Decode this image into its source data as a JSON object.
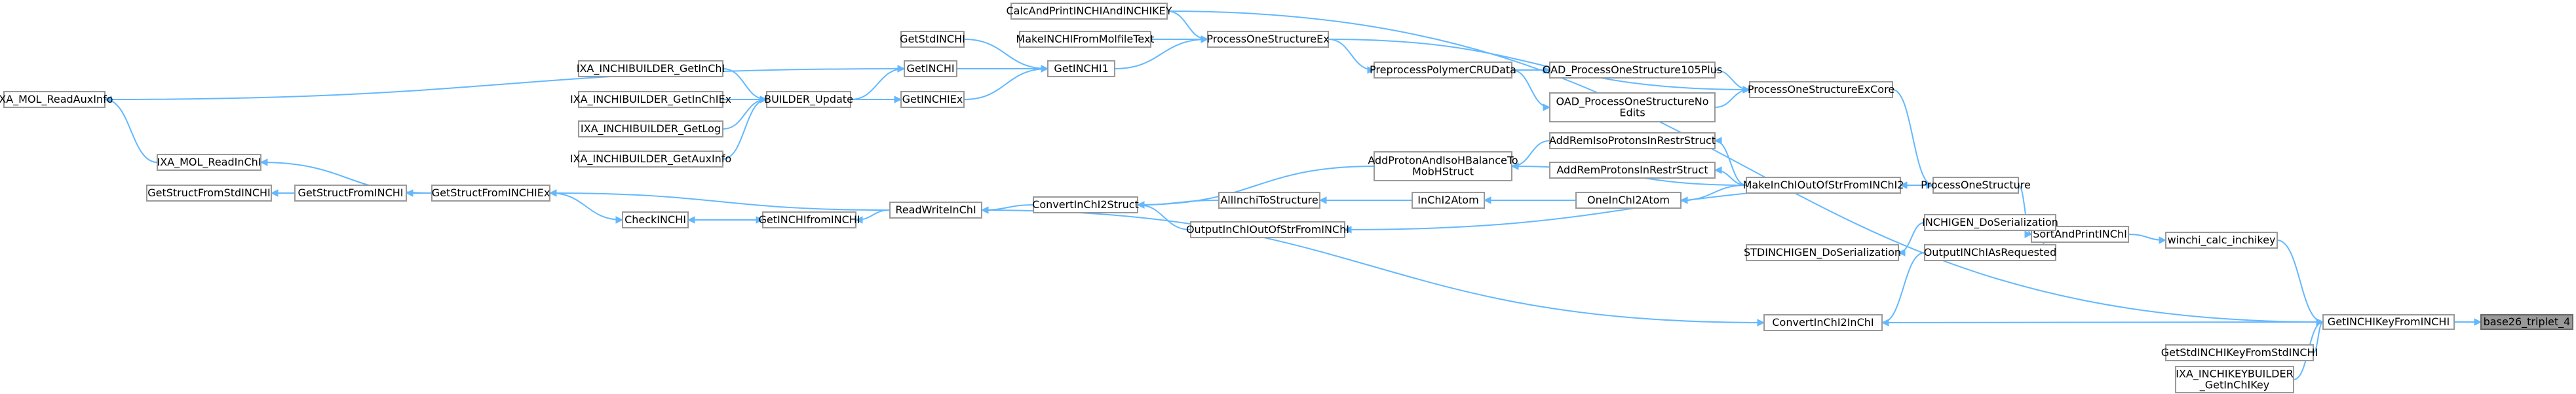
{
  "graph": {
    "nodes": [
      {
        "id": "base26",
        "lines": [
          "base26_triplet_4"
        ],
        "highlight": true
      },
      {
        "id": "GetINCHIKeyFromINCHI",
        "lines": [
          "GetINCHIKeyFromINCHI"
        ]
      },
      {
        "id": "CalcAndPrintINCHIAndINCHIKEY",
        "lines": [
          "CalcAndPrintINCHIAndINCHIKEY"
        ]
      },
      {
        "id": "ProcessOneStructureEx",
        "lines": [
          "ProcessOneStructureEx"
        ]
      },
      {
        "id": "GetINCHI1",
        "lines": [
          "GetINCHI1"
        ]
      },
      {
        "id": "GetINCHI",
        "lines": [
          "GetINCHI"
        ]
      },
      {
        "id": "IXA_MOL_ReadAuxInfo",
        "lines": [
          "IXA_MOL_ReadAuxInfo"
        ]
      },
      {
        "id": "GetStdINCHI",
        "lines": [
          "GetStdINCHI"
        ]
      },
      {
        "id": "MakeINCHIFromMolfileText",
        "lines": [
          "MakeINCHIFromMolfileText"
        ]
      },
      {
        "id": "GetINCHIEx",
        "lines": [
          "GetINCHIEx"
        ]
      },
      {
        "id": "BUILDER_Update",
        "lines": [
          "BUILDER_Update"
        ]
      },
      {
        "id": "IXA_INCHIBUILDER_GetInChI",
        "lines": [
          "IXA_INCHIBUILDER_GetInChI"
        ]
      },
      {
        "id": "IXA_INCHIBUILDER_GetInChIEx",
        "lines": [
          "IXA_INCHIBUILDER_GetInChIEx"
        ]
      },
      {
        "id": "IXA_INCHIBUILDER_GetLog",
        "lines": [
          "IXA_INCHIBUILDER_GetLog"
        ]
      },
      {
        "id": "IXA_INCHIBUILDER_GetAuxInfo",
        "lines": [
          "IXA_INCHIBUILDER_GetAuxInfo"
        ]
      },
      {
        "id": "ProcessOneStructureExCore",
        "lines": [
          "ProcessOneStructureExCore"
        ]
      },
      {
        "id": "OAD_105Plus",
        "lines": [
          "OAD_ProcessOneStructure105Plus"
        ]
      },
      {
        "id": "PreprocessPolymerCRUData",
        "lines": [
          "PreprocessPolymerCRUData"
        ]
      },
      {
        "id": "OAD_NoEdits",
        "lines": [
          "OAD_ProcessOneStructureNo",
          "Edits"
        ]
      },
      {
        "id": "ProcessOneStructure",
        "lines": [
          "ProcessOneStructure"
        ]
      },
      {
        "id": "MakeInChIOutOfStrFromINChI2",
        "lines": [
          "MakeInChIOutOfStrFromINChI2"
        ]
      },
      {
        "id": "AddRemIsoProtonsInRestrStruct",
        "lines": [
          "AddRemIsoProtonsInRestrStruct"
        ]
      },
      {
        "id": "AddProtonAndIsoHBalanceToMobHStruct",
        "lines": [
          "AddProtonAndIsoHBalanceTo",
          "MobHStruct"
        ]
      },
      {
        "id": "ConvertInChI2Struct",
        "lines": [
          "ConvertInChI2Struct"
        ]
      },
      {
        "id": "ReadWriteInChI",
        "lines": [
          "ReadWriteInChI"
        ]
      },
      {
        "id": "GetStructFromINCHIEx",
        "lines": [
          "GetStructFromINCHIEx"
        ]
      },
      {
        "id": "IXA_MOL_ReadInChI",
        "lines": [
          "IXA_MOL_ReadInChI"
        ]
      },
      {
        "id": "GetStructFromINCHI",
        "lines": [
          "GetStructFromINCHI"
        ]
      },
      {
        "id": "GetStructFromStdINCHI",
        "lines": [
          "GetStructFromStdINCHI"
        ]
      },
      {
        "id": "CheckINCHI",
        "lines": [
          "CheckINCHI"
        ]
      },
      {
        "id": "GetINCHIfromINCHI",
        "lines": [
          "GetINCHIfromINCHI"
        ]
      },
      {
        "id": "AddRemProtonsInRestrStruct",
        "lines": [
          "AddRemProtonsInRestrStruct"
        ]
      },
      {
        "id": "OneInChI2Atom",
        "lines": [
          "OneInChI2Atom"
        ]
      },
      {
        "id": "InChI2Atom",
        "lines": [
          "InChI2Atom"
        ]
      },
      {
        "id": "AllInchiToStructure",
        "lines": [
          "AllInchiToStructure"
        ]
      },
      {
        "id": "OutputInChIOutOfStrFromINChI",
        "lines": [
          "OutputInChIOutOfStrFromINChI"
        ]
      },
      {
        "id": "SortAndPrintINChI",
        "lines": [
          "SortAndPrintINChI"
        ]
      },
      {
        "id": "INCHIGEN_DoSerialization",
        "lines": [
          "INCHIGEN_DoSerialization"
        ]
      },
      {
        "id": "STDINCHIGEN_DoSerialization",
        "lines": [
          "STDINCHIGEN_DoSerialization"
        ]
      },
      {
        "id": "OutputINChIAsRequested",
        "lines": [
          "OutputINChIAsRequested"
        ]
      },
      {
        "id": "ConvertInChI2InChI",
        "lines": [
          "ConvertInChI2InChI"
        ]
      },
      {
        "id": "winchi_calc_inchikey",
        "lines": [
          "winchi_calc_inchikey"
        ]
      },
      {
        "id": "GetStdINCHIKeyFromStdINCHI",
        "lines": [
          "GetStdINCHIKeyFromStdINCHI"
        ]
      },
      {
        "id": "IXA_INCHIKEYBUILDER_GetInChIKey",
        "lines": [
          "IXA_INCHIKEYBUILDER",
          "_GetInChIKey"
        ]
      }
    ],
    "edges": [
      [
        "GetINCHIKeyFromINCHI",
        "base26"
      ],
      [
        "CalcAndPrintINCHIAndINCHIKEY",
        "GetINCHIKeyFromINCHI"
      ],
      [
        "ConvertInChI2InChI",
        "GetINCHIKeyFromINCHI"
      ],
      [
        "winchi_calc_inchikey",
        "GetINCHIKeyFromINCHI"
      ],
      [
        "GetStdINCHIKeyFromStdINCHI",
        "GetINCHIKeyFromINCHI"
      ],
      [
        "IXA_INCHIKEYBUILDER_GetInChIKey",
        "GetINCHIKeyFromINCHI"
      ],
      [
        "CalcAndPrintINCHIAndINCHIKEY",
        "ProcessOneStructureEx"
      ],
      [
        "GetINCHI1",
        "ProcessOneStructureEx"
      ],
      [
        "MakeINCHIFromMolfileText",
        "ProcessOneStructureEx"
      ],
      [
        "GetStdINCHI",
        "GetINCHI1"
      ],
      [
        "GetINCHI",
        "GetINCHI1"
      ],
      [
        "GetINCHIEx",
        "GetINCHI1"
      ],
      [
        "IXA_MOL_ReadAuxInfo",
        "GetINCHI"
      ],
      [
        "BUILDER_Update",
        "GetINCHI"
      ],
      [
        "BUILDER_Update",
        "GetINCHIEx"
      ],
      [
        "IXA_INCHIBUILDER_GetInChI",
        "BUILDER_Update"
      ],
      [
        "IXA_INCHIBUILDER_GetInChIEx",
        "BUILDER_Update"
      ],
      [
        "IXA_INCHIBUILDER_GetLog",
        "BUILDER_Update"
      ],
      [
        "IXA_INCHIBUILDER_GetAuxInfo",
        "BUILDER_Update"
      ],
      [
        "ProcessOneStructureEx",
        "ProcessOneStructureExCore"
      ],
      [
        "ProcessOneStructureEx",
        "PreprocessPolymerCRUData"
      ],
      [
        "PreprocessPolymerCRUData",
        "OAD_105Plus"
      ],
      [
        "PreprocessPolymerCRUData",
        "OAD_NoEdits"
      ],
      [
        "OAD_105Plus",
        "ProcessOneStructureExCore"
      ],
      [
        "OAD_NoEdits",
        "ProcessOneStructureExCore"
      ],
      [
        "ProcessOneStructureExCore",
        "ProcessOneStructure"
      ],
      [
        "ProcessOneStructure",
        "MakeInChIOutOfStrFromINChI2"
      ],
      [
        "ProcessOneStructure",
        "OutputInChIOutOfStrFromINChI"
      ],
      [
        "ProcessOneStructure",
        "SortAndPrintINChI"
      ],
      [
        "MakeInChIOutOfStrFromINChI2",
        "AddRemIsoProtonsInRestrStruct"
      ],
      [
        "MakeInChIOutOfStrFromINChI2",
        "AddRemProtonsInRestrStruct"
      ],
      [
        "MakeInChIOutOfStrFromINChI2",
        "OneInChI2Atom"
      ],
      [
        "MakeInChIOutOfStrFromINChI2",
        "AddProtonAndIsoHBalanceToMobHStruct"
      ],
      [
        "AddProtonAndIsoHBalanceToMobHStruct",
        "ConvertInChI2Struct"
      ],
      [
        "AddRemIsoProtonsInRestrStruct",
        "AddProtonAndIsoHBalanceToMobHStruct"
      ],
      [
        "OneInChI2Atom",
        "InChI2Atom"
      ],
      [
        "InChI2Atom",
        "AllInchiToStructure"
      ],
      [
        "AllInchiToStructure",
        "ConvertInChI2Struct"
      ],
      [
        "OutputInChIOutOfStrFromINChI",
        "ConvertInChI2Struct"
      ],
      [
        "ConvertInChI2Struct",
        "ReadWriteInChI"
      ],
      [
        "ReadWriteInChI",
        "GetStructFromINCHIEx"
      ],
      [
        "ReadWriteInChI",
        "GetINCHIfromINCHI"
      ],
      [
        "ReadWriteInChI",
        "ConvertInChI2InChI"
      ],
      [
        "GetStructFromINCHIEx",
        "IXA_MOL_ReadInChI"
      ],
      [
        "GetStructFromINCHIEx",
        "GetStructFromINCHI"
      ],
      [
        "GetStructFromINCHI",
        "GetStructFromStdINCHI"
      ],
      [
        "IXA_MOL_ReadInChI",
        "IXA_MOL_ReadAuxInfo"
      ],
      [
        "GetStructFromINCHIEx",
        "CheckINCHI"
      ],
      [
        "GetINCHIfromINCHI",
        "CheckINCHI"
      ],
      [
        "CheckINCHI",
        "GetINCHIfromINCHI"
      ],
      [
        "SortAndPrintINChI",
        "INCHIGEN_DoSerialization"
      ],
      [
        "SortAndPrintINChI",
        "OutputINChIAsRequested"
      ],
      [
        "SortAndPrintINChI",
        "winchi_calc_inchikey"
      ],
      [
        "INCHIGEN_DoSerialization",
        "STDINCHIGEN_DoSerialization"
      ],
      [
        "OutputINChIAsRequested",
        "ConvertInChI2InChI"
      ]
    ]
  }
}
